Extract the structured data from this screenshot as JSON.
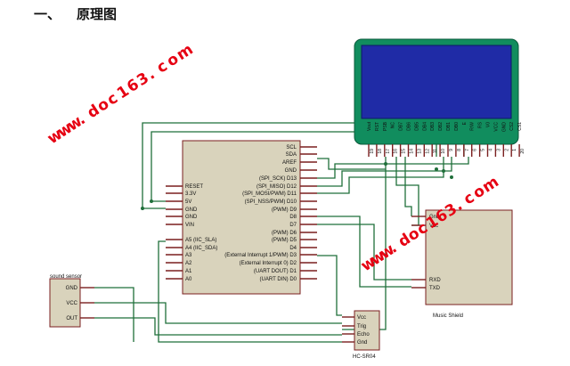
{
  "heading": {
    "number": "一、",
    "title": "原理图"
  },
  "watermarks": [
    {
      "text": "www.doc163.com"
    },
    {
      "text": "www.doc163.com"
    }
  ],
  "colors": {
    "wire": "#1f6f3a",
    "component_body": "#d9d3bc",
    "component_border": "#7a1f1f",
    "lcd_frame": "#118d5e",
    "lcd_screen": "#1f2ba6",
    "watermark": "#e60012"
  },
  "arduino": {
    "left_pins": [
      "RESET",
      "3.3V",
      "5V",
      "GND",
      "GND",
      "VIN",
      "A5 (IIC_SLA)",
      "A4 (IIC_SDA)",
      "A3",
      "A2",
      "A1",
      "A0"
    ],
    "right_pins": [
      "SCL",
      "SDA",
      "AREF",
      "GND",
      "(SPI_SCK) D13",
      "(SPI_MISO) D12",
      "(SPI_MOSI/PWM) D11",
      "(SPI_NSS/PWM) D10",
      "(PWM) D9",
      "D8",
      "D7",
      "(PWM) D6",
      "(PWM) D5",
      "D4",
      "(External Interrupt 1/PWM) D3",
      "(External Interrupt 0) D2",
      "(UART DOUT) D1",
      "(UART DIN) D0"
    ]
  },
  "lcd": {
    "pins": [
      "Vout",
      "RST",
      "PSB",
      "NC",
      "DB7",
      "DB6",
      "DB5",
      "DB4",
      "DB3",
      "DB2",
      "DB1",
      "DB0",
      "E",
      "R/W",
      "RS",
      "V0",
      "VCC",
      "GND",
      "CS2",
      "CS1"
    ],
    "pin_numbers": [
      "19",
      "18",
      "17",
      "16",
      "15",
      "14",
      "13",
      "12",
      "11",
      "10",
      "9",
      "8",
      "7",
      "6",
      "5",
      "4",
      "3",
      "2",
      "1",
      "20"
    ]
  },
  "sound_sensor": {
    "label": "sound sensor",
    "pins": [
      "GND",
      "VCC",
      "OUT"
    ]
  },
  "music_shield": {
    "label": "Music Shield",
    "pins": [
      "Gnd",
      "Vcc",
      "RXD",
      "TXD"
    ]
  },
  "ultrasonic": {
    "label": "HC-SR04",
    "pins": [
      "Vcc",
      "Trig",
      "Echo",
      "Gnd"
    ]
  }
}
